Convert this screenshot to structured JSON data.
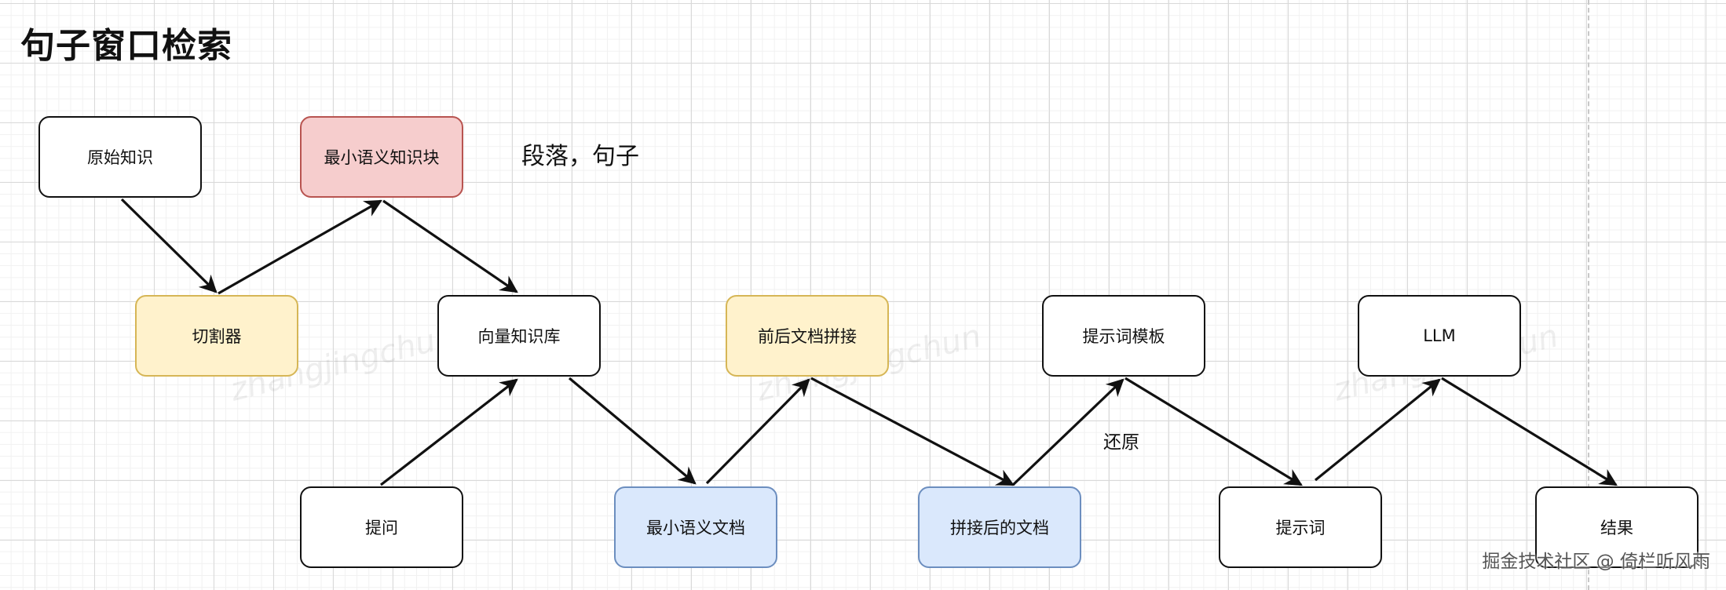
{
  "title": "句子窗口检索",
  "nodes": {
    "original": "原始知识",
    "min_chunk": "最小语义知识块",
    "splitter": "切割器",
    "vector_db": "向量知识库",
    "merge_before_after": "前后文档拼接",
    "prompt_template": "提示词模板",
    "llm": "LLM",
    "question": "提问",
    "min_doc": "最小语义文档",
    "merged_doc": "拼接后的文档",
    "prompt": "提示词",
    "result": "结果"
  },
  "labels": {
    "paragraph_sentence": "段落，句子",
    "restore": "还原"
  },
  "watermarks": {
    "w1": "zhangjingchun",
    "w2": "zhangjingchun",
    "w3": "zhangjingchun"
  },
  "footer": "掘金技术社区 @ 倚栏听风雨",
  "colors": {
    "red_fill": "#f6cdcd",
    "red_border": "#b85450",
    "yellow_fill": "#fff2cc",
    "yellow_border": "#d6b656",
    "blue_fill": "#dae8fc",
    "blue_border": "#6c8ebf"
  }
}
